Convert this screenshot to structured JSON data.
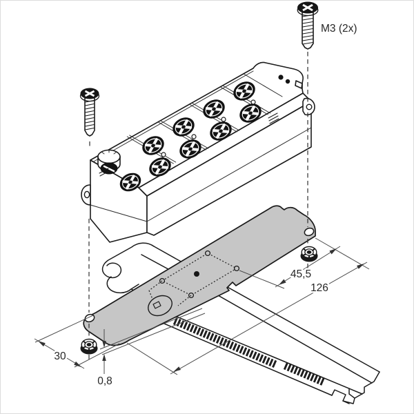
{
  "drawing": {
    "labels": {
      "screw_spec": "M3 (2x)",
      "dim_hole_offset": "45,5",
      "dim_hole_spacing": "126",
      "dim_plate_width": "30",
      "dim_plate_thickness": "0,8"
    },
    "colors": {
      "line": "#1a1a1a",
      "plate": "#c6c6c6",
      "dimension": "#4a4a4a",
      "background": "#ffffff"
    }
  }
}
